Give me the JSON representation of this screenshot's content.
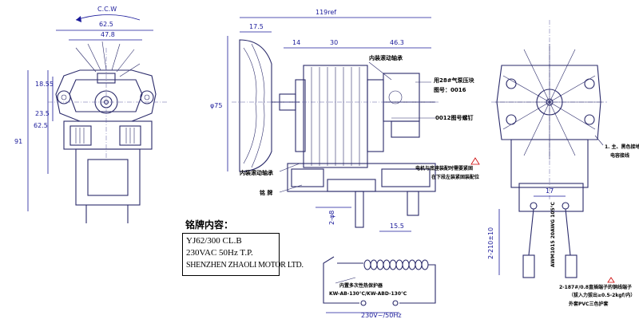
{
  "front_view": {
    "rotation": "C.C.W",
    "dims": {
      "width_outer": "62.5",
      "width_inner": "47.8",
      "height_total": "91",
      "height_mid": "62.5",
      "half_top": "18.55",
      "half_bottom": "23.5"
    }
  },
  "side_view": {
    "dims": {
      "overall": "119ref",
      "fan_width": "17.5",
      "shaft_gap": "14",
      "stack": "30",
      "rear": "46.3",
      "fan_dia": "φ75",
      "terminal": "2-φ8",
      "pin_pos": "15.5"
    },
    "labels": {
      "bearing_top": "内装滚动轴承",
      "seal_block": "用28#气泵压块",
      "drawing_no": "图号：0016",
      "screw": "0012图号螺钉",
      "bearing_bottom": "内装滚动轴承",
      "nameplate_label": "铭  牌",
      "warning_line1": "电机与底座装配时需要紧固",
      "warning_line2": "在下段左装紧固装配位"
    }
  },
  "end_view": {
    "dims": {
      "pin_spacing": "17",
      "lead_length": "2-210±10",
      "lead_spec": "AWM1015 20AWG 105℃"
    },
    "labels": {
      "ground": "1. 主、黑色接地",
      "cap": "电容接线",
      "terminal_note": "2-187#/0.8直插端子的铜线端子",
      "pull_force": "（拔入力拔出≥0.5-2kgf/内）",
      "sleeve": "外套PVC三色护套"
    }
  },
  "nameplate": {
    "title": "铭牌内容：",
    "line1": "YJ62/300    CL.B",
    "line2": "230VAC 50Hz   T.P.",
    "line3": "SHENZHEN ZHAOLI MOTOR LTD."
  },
  "wiring": {
    "protector_label": "内置多次性热保护器",
    "protector_spec": "KW-AB-130℃/KW-ABD-130℃",
    "supply": "230V~/50Hz"
  }
}
